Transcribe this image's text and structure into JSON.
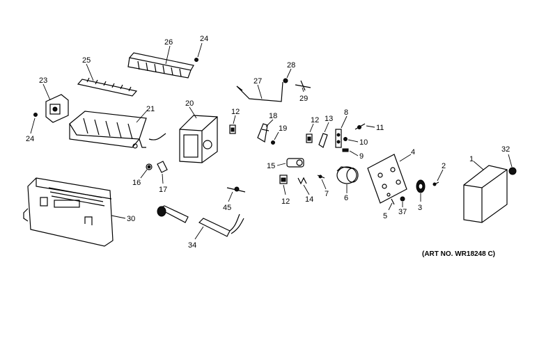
{
  "art_number": "(ART NO. WR18248 C)",
  "callouts": {
    "c1": "1",
    "c2": "2",
    "c3": "3",
    "c4": "4",
    "c5": "5",
    "c6": "6",
    "c7": "7",
    "c8": "8",
    "c9": "9",
    "c10": "10",
    "c11": "11",
    "c12a": "12",
    "c12b": "12",
    "c12c": "12",
    "c13": "13",
    "c14": "14",
    "c15": "15",
    "c16": "16",
    "c17": "17",
    "c18": "18",
    "c19": "19",
    "c20": "20",
    "c21": "21",
    "c23": "23",
    "c24a": "24",
    "c24b": "24",
    "c25": "25",
    "c26": "26",
    "c27": "27",
    "c28": "28",
    "c29": "29",
    "c30": "30",
    "c32": "32",
    "c34": "34",
    "c37": "37",
    "c45": "45"
  }
}
